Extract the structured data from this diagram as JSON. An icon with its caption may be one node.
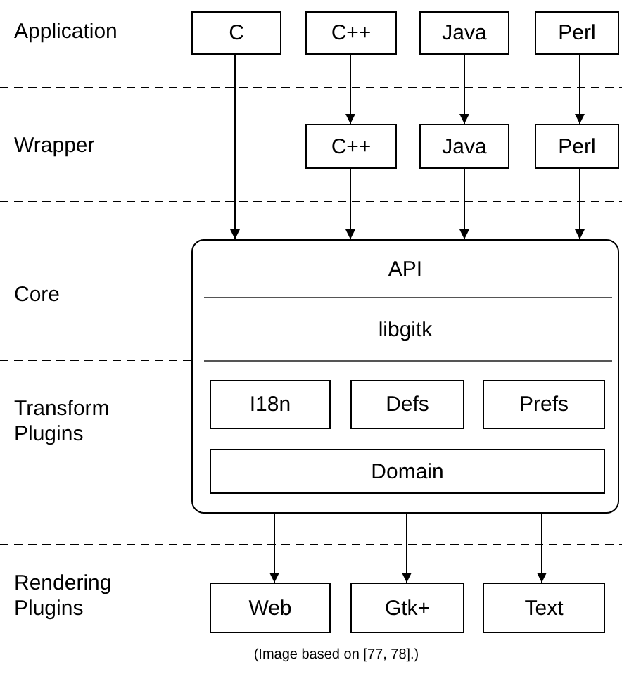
{
  "diagram": {
    "caption": "(Image based on [77, 78].)",
    "nodes": [
      {
        "text": [
          "C"
        ]
      },
      {
        "text": [
          "C++"
        ]
      },
      {
        "text": [
          "Java"
        ]
      },
      {
        "text": [
          "Perl"
        ]
      },
      {
        "text": [
          "C++"
        ]
      },
      {
        "text": [
          "Java"
        ]
      },
      {
        "text": [
          "Perl"
        ]
      },
      {
        "text": [
          "API",
          "libgitk"
        ]
      },
      {
        "text": [
          "I18n"
        ],
        "in": 7
      },
      {
        "text": [
          "Defs"
        ],
        "in": 7
      },
      {
        "text": [
          "Prefs"
        ],
        "in": 7
      },
      {
        "text": [
          "Domain"
        ],
        "in": 7
      },
      {
        "text": [
          "Web"
        ]
      },
      {
        "text": [
          "Gtk+"
        ]
      },
      {
        "text": [
          "Text"
        ]
      }
    ],
    "edges": [
      {
        "from": 0,
        "to": 7,
        "arrow": "to"
      },
      {
        "from": 1,
        "to": 4,
        "arrow": "to"
      },
      {
        "from": 2,
        "to": 5,
        "arrow": "to"
      },
      {
        "from": 3,
        "to": 6,
        "arrow": "to"
      },
      {
        "from": 4,
        "to": 7,
        "arrow": "to"
      },
      {
        "from": 5,
        "to": 7,
        "arrow": "to"
      },
      {
        "from": 6,
        "to": 7,
        "arrow": "to"
      },
      {
        "from": 7,
        "to": 12,
        "arrow": "to"
      },
      {
        "from": 7,
        "to": 13,
        "arrow": "to"
      },
      {
        "from": 7,
        "to": 14,
        "arrow": "to"
      }
    ],
    "labels": [
      "Application",
      "Wrapper",
      "Core",
      "Transform Plugins",
      "Rendering Plugins"
    ]
  }
}
